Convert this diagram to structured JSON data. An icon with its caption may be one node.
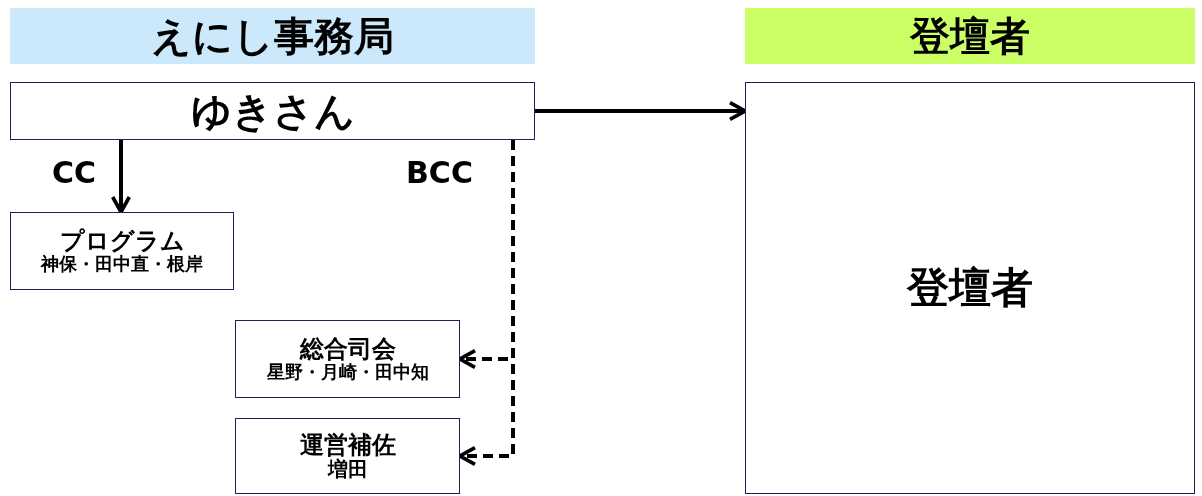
{
  "diagram": {
    "nodes": [
      {
        "text": [
          "えにし事務局"
        ]
      },
      {
        "text": [
          "登壇者"
        ]
      },
      {
        "text": [
          "ゆきさん"
        ]
      },
      {
        "text": [
          "プログラム",
          "神保・田中直・根岸"
        ]
      },
      {
        "text": [
          "総合司会",
          "星野・月崎・田中知"
        ]
      },
      {
        "text": [
          "運営補佐",
          "増田"
        ]
      },
      {
        "text": [
          "登壇者"
        ]
      }
    ],
    "edges": [
      {
        "from": 2,
        "to": 6,
        "arrow": "to"
      },
      {
        "from": 2,
        "to": 3,
        "arrow": "to",
        "label": "CC"
      },
      {
        "from": 2,
        "to": 4,
        "arrow": "to",
        "style": "dashed",
        "label": "BCC"
      },
      {
        "from": 2,
        "to": 5,
        "arrow": "to",
        "style": "dashed"
      }
    ]
  }
}
